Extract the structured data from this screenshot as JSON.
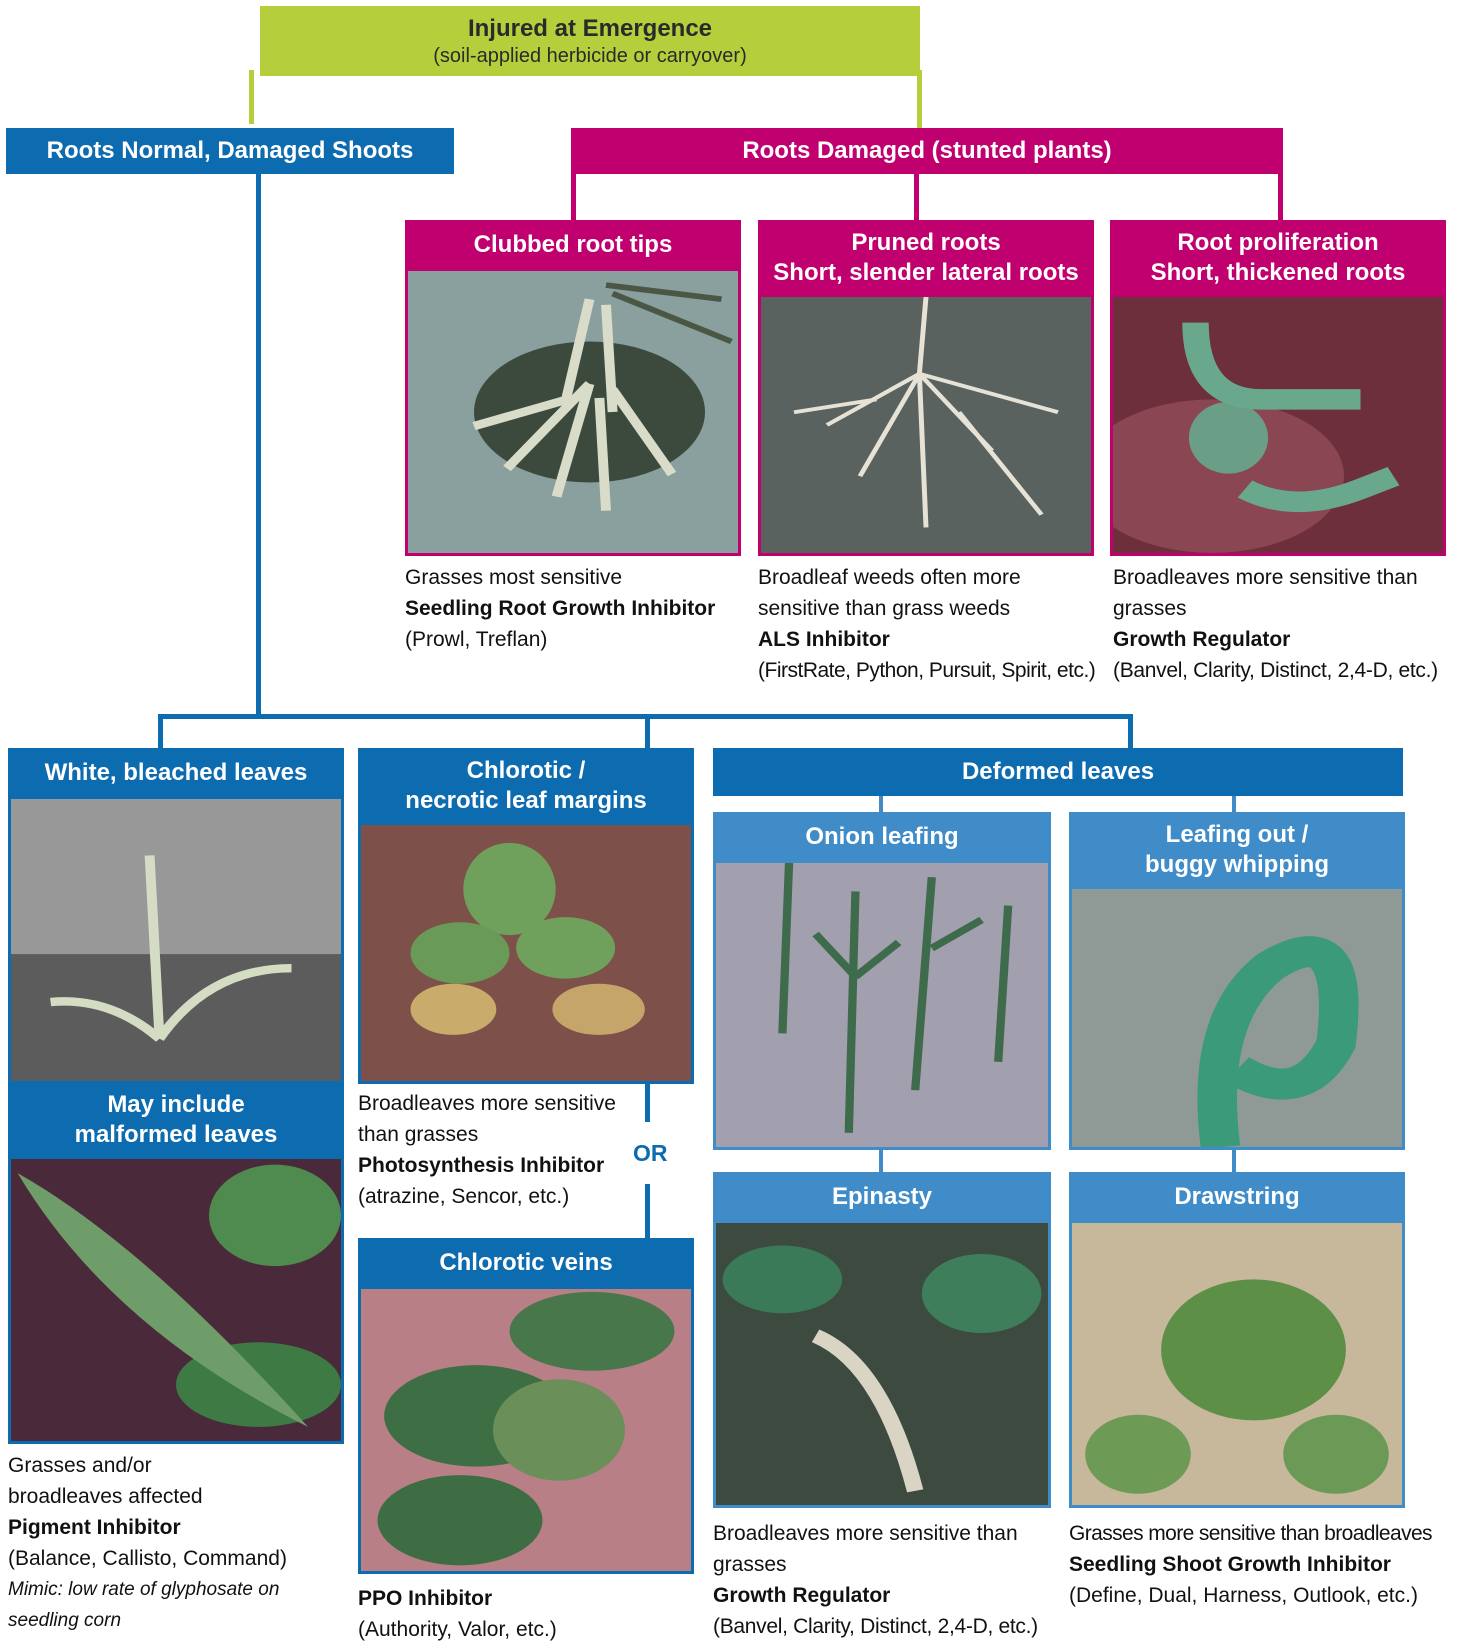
{
  "top": {
    "title": "Injured at Emergence",
    "subtitle": "(soil-applied herbicide or carryover)"
  },
  "roots_normal": {
    "label": "Roots Normal, Damaged Shoots"
  },
  "roots_damaged": {
    "label": "Roots Damaged (stunted plants)",
    "clubbed": {
      "title": "Clubbed root tips",
      "lines": [
        "Grasses most sensitive",
        "Seedling Root Growth Inhibitor",
        "(Prowl, Treflan)"
      ]
    },
    "pruned": {
      "title_1": "Pruned roots",
      "title_2": "Short, slender lateral roots",
      "lines": [
        "Broadleaf weeds often more",
        "sensitive than grass weeds",
        "ALS Inhibitor",
        "(FirstRate, Python, Pursuit, Spirit, etc.)"
      ]
    },
    "proliferation": {
      "title_1": "Root proliferation",
      "title_2": "Short, thickened roots",
      "lines": [
        "Broadleaves more sensitive than",
        "grasses",
        "Growth Regulator",
        "(Banvel, Clarity, Distinct, 2,4-D, etc.)"
      ]
    }
  },
  "bleached": {
    "title": "White, bleached leaves",
    "sub_title_1": "May include",
    "sub_title_2": "malformed leaves",
    "lines": [
      "Grasses and/or",
      "broadleaves affected",
      "Pigment Inhibitor",
      "(Balance, Callisto, Command)",
      "Mimic:  low rate of glyphosate on",
      "seedling corn"
    ]
  },
  "chlorotic": {
    "title_1": "Chlorotic /",
    "title_2": "necrotic leaf margins",
    "lines": [
      "Broadleaves more sensitive",
      "than grasses",
      "Photosynthesis Inhibitor",
      "(atrazine, Sencor, etc.)"
    ],
    "or_label": "OR",
    "veins_title": "Chlorotic veins",
    "veins_lines": [
      "PPO Inhibitor",
      "(Authority, Valor, etc.)"
    ]
  },
  "deformed": {
    "title": "Deformed leaves",
    "onion": "Onion leafing",
    "buggy_1": "Leafing out /",
    "buggy_2": "buggy whipping",
    "epinasty": "Epinasty",
    "drawstring": "Drawstring",
    "epinasty_lines": [
      "Broadleaves more sensitive than",
      "grasses",
      "Growth Regulator",
      "(Banvel, Clarity, Distinct, 2,4-D, etc.)"
    ],
    "drawstring_lines": [
      "Grasses more sensitive than broadleaves",
      "Seedling Shoot Growth Inhibitor",
      "(Define, Dual, Harness, Outlook, etc.)"
    ]
  },
  "colors": {
    "light_green": "#b5cf3c",
    "magenta": "#c0006e",
    "blue": "#0d6bb0",
    "light_blue": "#3f8cc8"
  },
  "photos": [
    "clubbed-roots-photo",
    "pruned-roots-photo",
    "root-proliferation-photo",
    "bleached-seedling-photo",
    "malformed-leaf-photo",
    "necrotic-margins-photo",
    "onion-leafing-photo",
    "buggy-whipping-photo",
    "chlorotic-veins-photo",
    "epinasty-photo",
    "drawstring-photo"
  ]
}
